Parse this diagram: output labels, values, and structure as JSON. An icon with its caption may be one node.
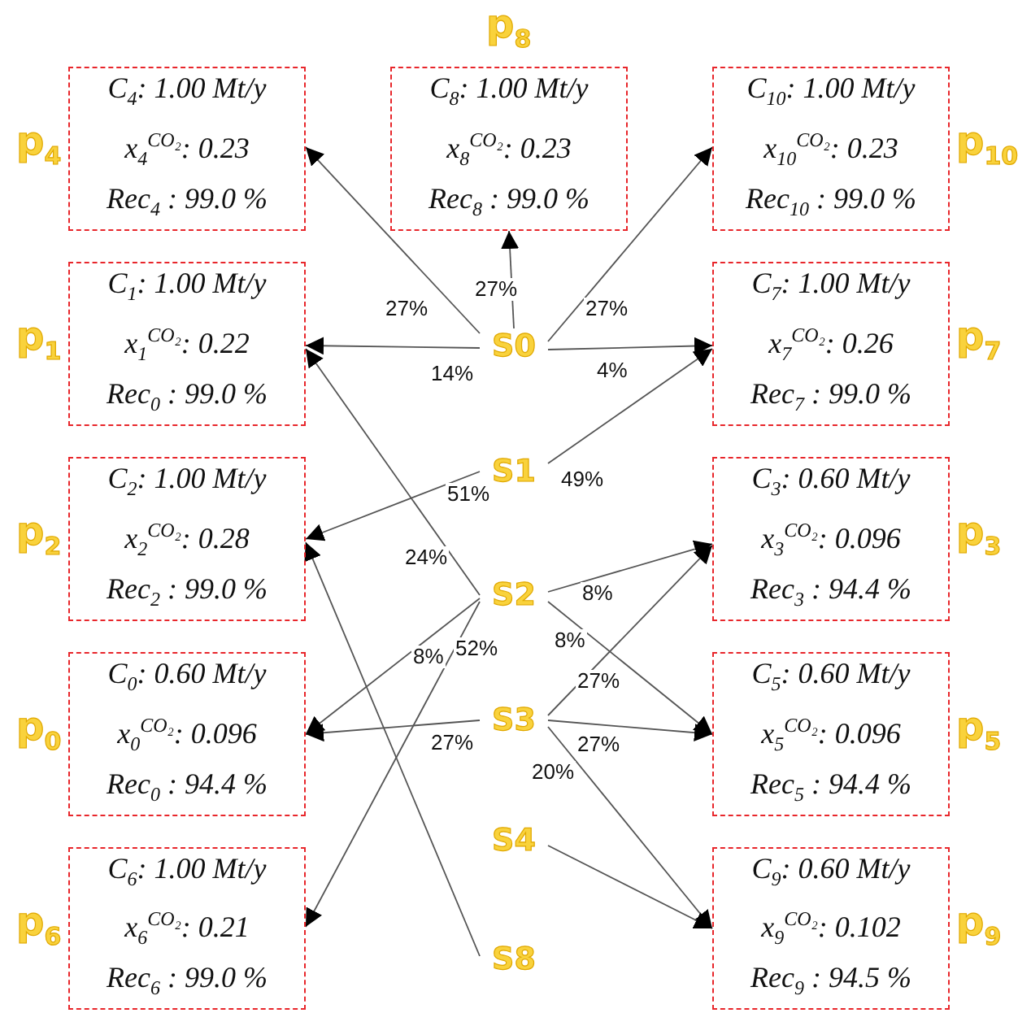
{
  "diagram": {
    "nodes": [
      {
        "text": [
          "C$_{4}$: 1.00 Mt/y",
          "x$_{4}$$^{CO₂}$: 0.23",
          "Rec$_{4}$ : 99.0 %"
        ],
        "beside": [
          "p$_{4}$"
        ]
      },
      {
        "text": [
          "C$_{8}$: 1.00 Mt/y",
          "x$_{8}$$^{CO₂}$: 0.23",
          "Rec$_{8}$ : 99.0 %"
        ],
        "beside": [
          "p$_{8}$"
        ]
      },
      {
        "text": [
          "C$_{10}$: 1.00 Mt/y",
          "x$_{10}$$^{CO₂}$: 0.23",
          "Rec$_{10}$ : 99.0 %"
        ],
        "beside": [
          "p$_{10}$"
        ]
      },
      {
        "text": [
          "C$_{1}$: 1.00 Mt/y",
          "x$_{1}$$^{CO₂}$: 0.22",
          "Rec$_{0}$ : 99.0 %"
        ],
        "beside": [
          "p$_{1}$"
        ]
      },
      {
        "text": [
          "S0"
        ]
      },
      {
        "text": [
          "C$_{7}$: 1.00 Mt/y",
          "x$_{7}$$^{CO₂}$: 0.26",
          "Rec$_{7}$ : 99.0 %"
        ],
        "beside": [
          "p$_{7}$"
        ]
      },
      {
        "text": [
          "S1"
        ]
      },
      {
        "text": [
          "C$_{2}$: 1.00 Mt/y",
          "x$_{2}$$^{CO₂}$: 0.28",
          "Rec$_{2}$ : 99.0 %"
        ],
        "beside": [
          "p$_{2}$"
        ]
      },
      {
        "text": [
          "C$_{3}$: 0.60 Mt/y",
          "x$_{3}$$^{CO₂}$: 0.096",
          "Rec$_{3}$ : 94.4 %"
        ],
        "beside": [
          "p$_{3}$"
        ]
      },
      {
        "text": [
          "S2"
        ]
      },
      {
        "text": [
          "C$_{0}$: 0.60 Mt/y",
          "x$_{0}$$^{CO₂}$: 0.096",
          "Rec$_{0}$ : 94.4 %"
        ],
        "beside": [
          "p$_{0}$"
        ]
      },
      {
        "text": [
          "S3"
        ]
      },
      {
        "text": [
          "C$_{5}$: 0.60 Mt/y",
          "x$_{5}$$^{CO₂}$: 0.096",
          "Rec$_{5}$ : 94.4 %"
        ],
        "beside": [
          "p$_{5}$"
        ]
      },
      {
        "text": [
          "S4"
        ]
      },
      {
        "text": [
          "C$_{6}$: 1.00 Mt/y",
          "x$_{6}$$^{CO₂}$: 0.21",
          "Rec$_{6}$ : 99.0 %"
        ],
        "beside": [
          "p$_{6}$"
        ]
      },
      {
        "text": [
          "C$_{9}$: 0.60 Mt/y",
          "x$_{9}$$^{CO₂}$: 0.102",
          "Rec$_{9}$ : 94.5 %"
        ],
        "beside": [
          "p$_{9}$"
        ]
      },
      {
        "text": [
          "S8"
        ]
      }
    ],
    "edges": [
      {
        "from": 4,
        "to": 0,
        "arrow": "to",
        "label": "27%"
      },
      {
        "from": 4,
        "to": 1,
        "arrow": "to",
        "label": "27%"
      },
      {
        "from": 4,
        "to": 2,
        "arrow": "to",
        "label": "27%"
      },
      {
        "from": 4,
        "to": 3,
        "arrow": "to",
        "label": "14%"
      },
      {
        "from": 4,
        "to": 5,
        "arrow": "to",
        "label": "4%"
      },
      {
        "from": 6,
        "to": 5,
        "arrow": "to",
        "label": "49%"
      },
      {
        "from": 6,
        "to": 7,
        "arrow": "to",
        "label": "51%"
      },
      {
        "from": 9,
        "to": 3,
        "arrow": "to",
        "label": "24%"
      },
      {
        "from": 9,
        "to": 10,
        "arrow": "to",
        "label": "8%"
      },
      {
        "from": 9,
        "to": 14,
        "arrow": "to",
        "label": "52%"
      },
      {
        "from": 9,
        "to": 8,
        "arrow": "to",
        "label": "8%"
      },
      {
        "from": 9,
        "to": 12,
        "arrow": "to",
        "label": "8%"
      },
      {
        "from": 11,
        "to": 10,
        "arrow": "to",
        "label": "27%"
      },
      {
        "from": 11,
        "to": 8,
        "arrow": "to",
        "label": "27%"
      },
      {
        "from": 11,
        "to": 12,
        "arrow": "to",
        "label": "27%"
      },
      {
        "from": 11,
        "to": 15,
        "arrow": "to",
        "label": "20%"
      },
      {
        "from": 13,
        "to": 15,
        "arrow": "to"
      },
      {
        "from": 16,
        "to": 7,
        "arrow": "to"
      }
    ]
  }
}
